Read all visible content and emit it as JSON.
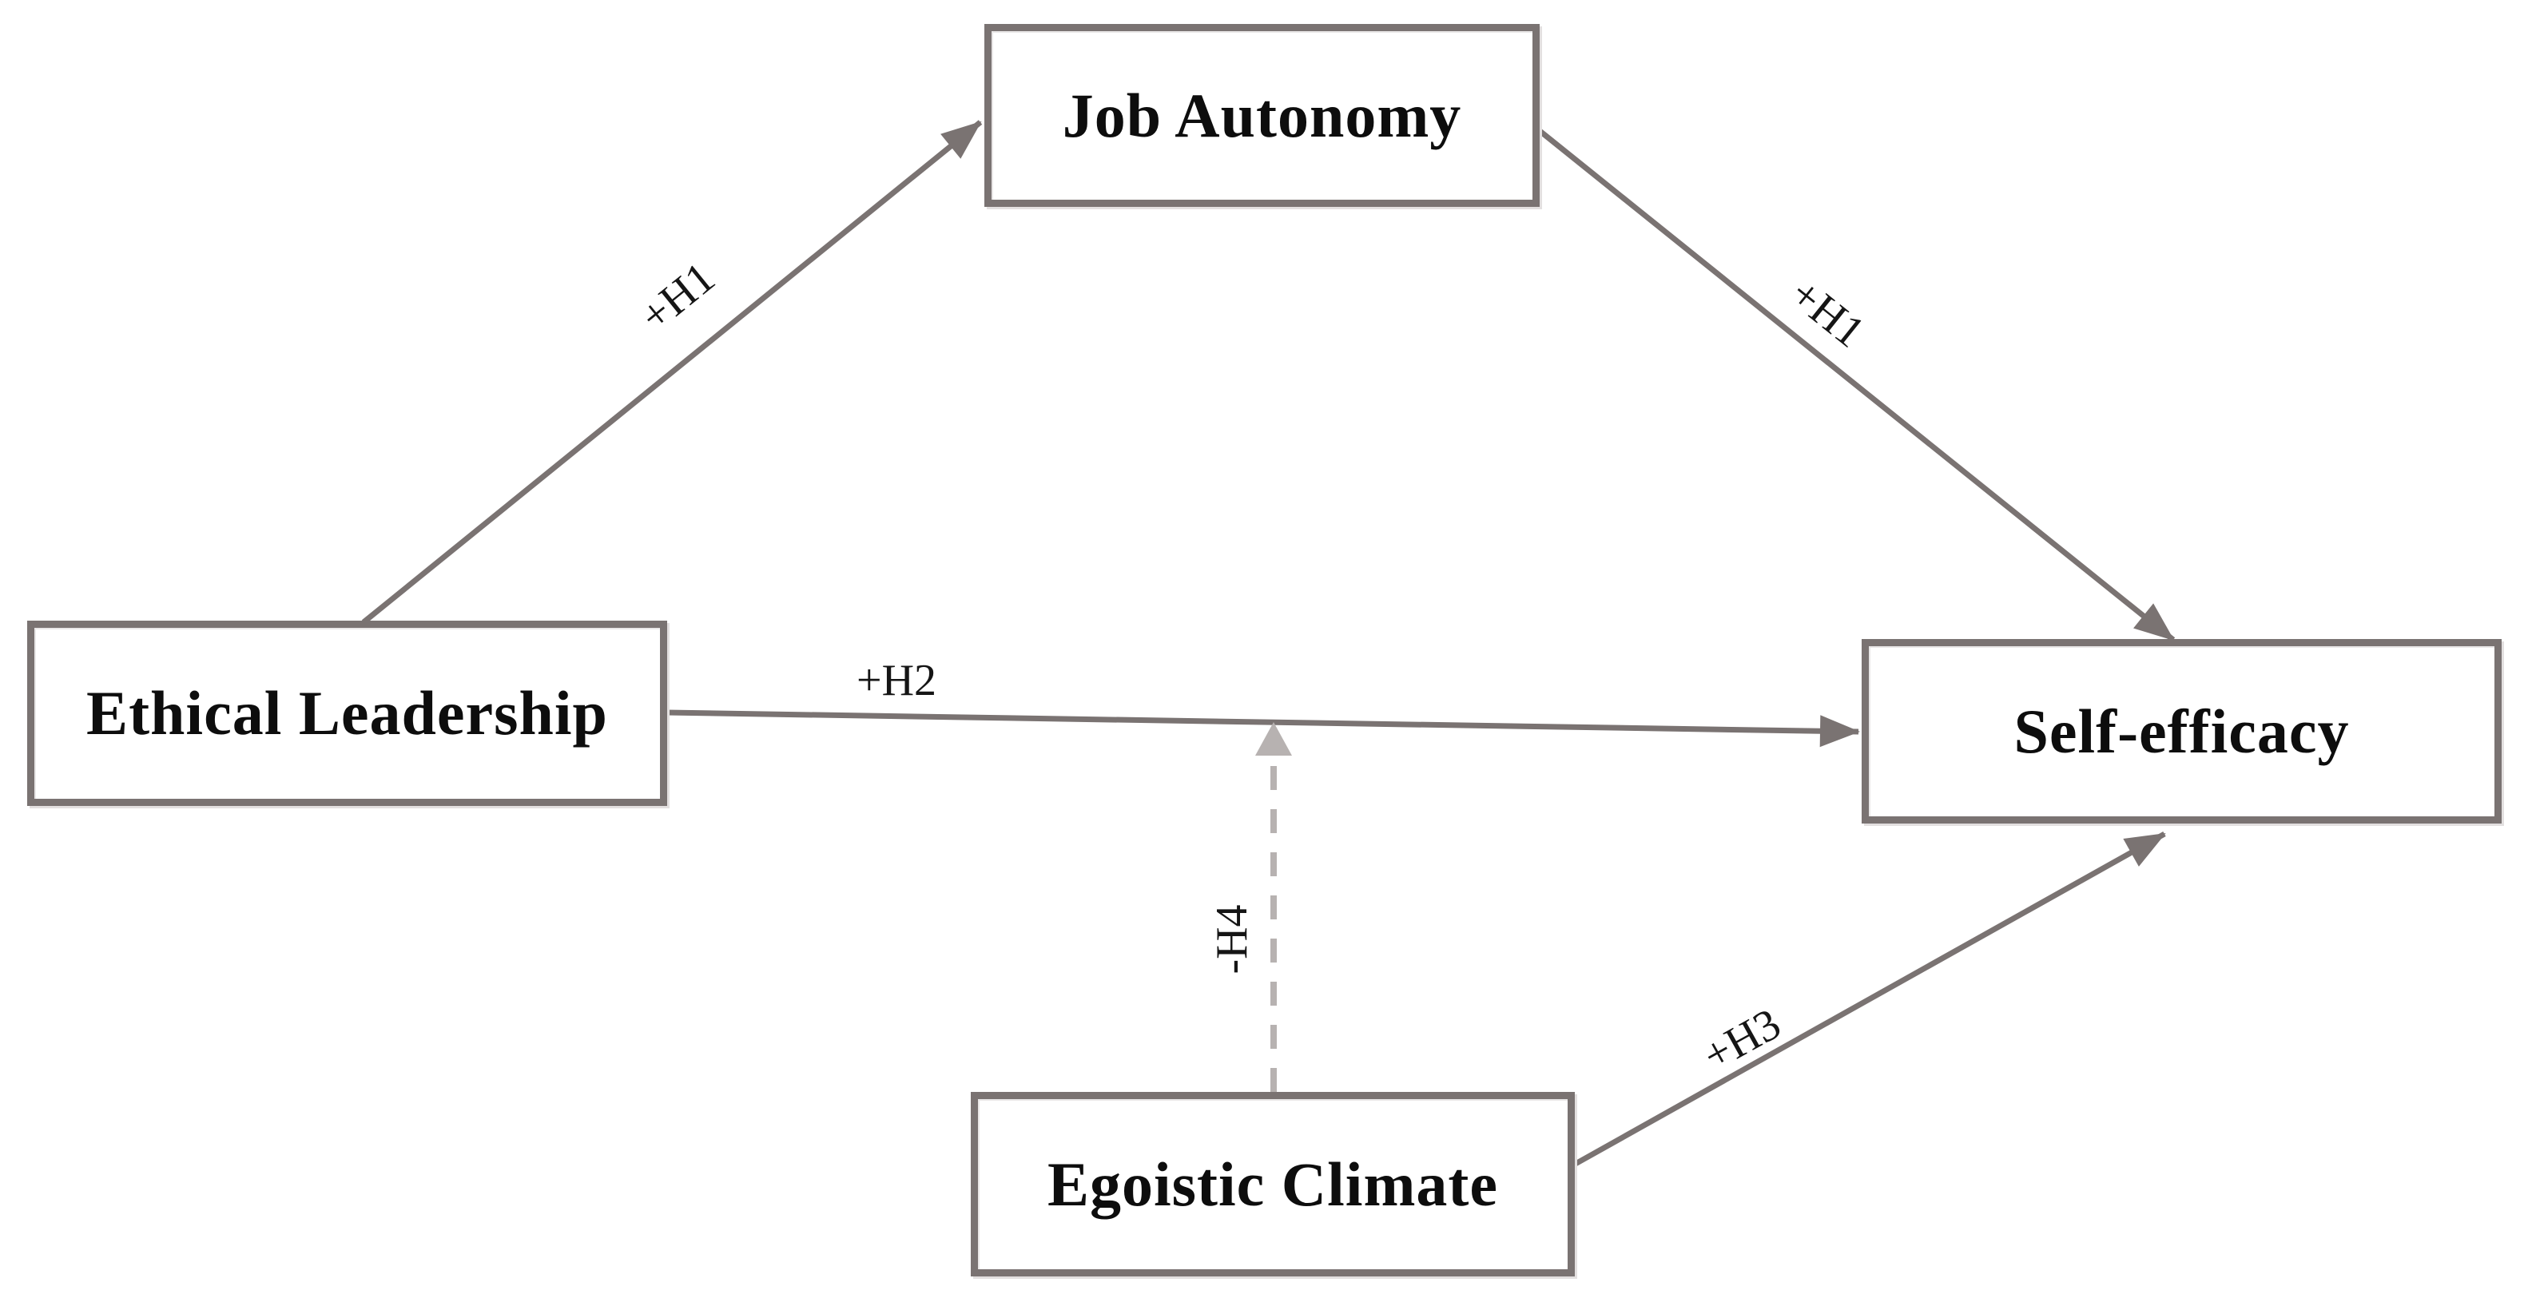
{
  "figure": {
    "background": "#ffffff",
    "colors": {
      "box_border": "#7a7372",
      "solid_arrow": "#7a7372",
      "dashed_arrow": "#b7b2b1",
      "text": "#0d0d0d"
    },
    "nodes": [
      {
        "id": "job-autonomy",
        "label": "Job Autonomy"
      },
      {
        "id": "ethical-leadership",
        "label": "Ethical Leadership"
      },
      {
        "id": "self-efficacy",
        "label": "Self-efficacy"
      },
      {
        "id": "egoistic-climate",
        "label": "Egoistic Climate"
      }
    ],
    "edges": [
      {
        "id": "h1a",
        "label": "+H1",
        "from": "ethical-leadership",
        "to": "job-autonomy",
        "style": "solid"
      },
      {
        "id": "h1b",
        "label": "+H1",
        "from": "job-autonomy",
        "to": "self-efficacy",
        "style": "solid"
      },
      {
        "id": "h2",
        "label": "+H2",
        "from": "ethical-leadership",
        "to": "self-efficacy",
        "style": "solid"
      },
      {
        "id": "h3",
        "label": "+H3",
        "from": "egoistic-climate",
        "to": "self-efficacy",
        "style": "solid"
      },
      {
        "id": "h4",
        "label": "-H4",
        "from": "egoistic-climate",
        "to": "edge-h2",
        "style": "dashed"
      }
    ]
  }
}
